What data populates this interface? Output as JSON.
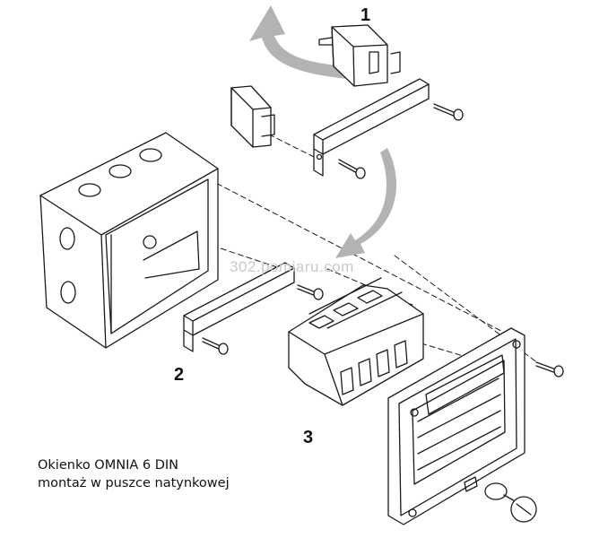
{
  "steps": {
    "s1": "1",
    "s2": "2",
    "s3": "3"
  },
  "caption": {
    "line1": "Okienko OMNIA 6 DIN",
    "line2": "montaż w puszce natynkowej"
  },
  "watermark": "302.pomiaru.com",
  "colors": {
    "line": "#1a1a1a",
    "arrow": "#b3b3b3",
    "paper": "#ffffff"
  },
  "icons": {
    "install-arrow": "curved-arrow-down",
    "remove-arrow": "curved-arrow-up"
  }
}
